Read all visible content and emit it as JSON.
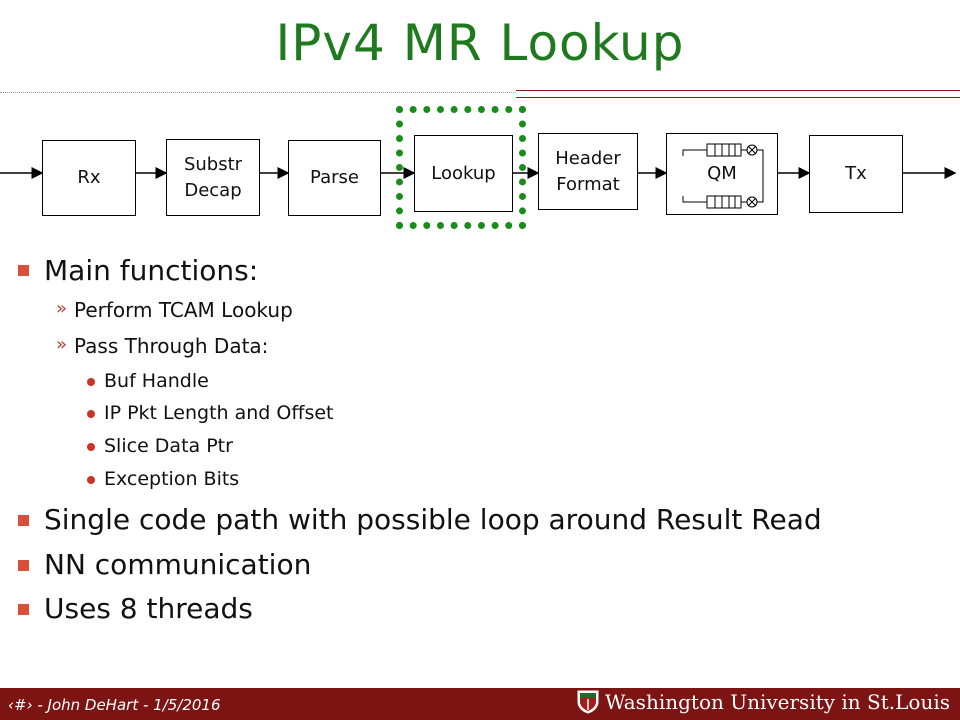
{
  "title": "IPv4 MR Lookup",
  "pipeline": {
    "rx": "Rx",
    "substr_line1": "Substr",
    "substr_line2": "Decap",
    "parse": "Parse",
    "lookup": "Lookup",
    "header_line1": "Header",
    "header_line2": "Format",
    "qm": "QM",
    "tx": "Tx"
  },
  "content": {
    "main_functions": "Main functions:",
    "perform_tcam": "Perform TCAM Lookup",
    "pass_through": "Pass Through Data:",
    "buf_handle": "Buf Handle",
    "ip_pkt": "IP Pkt Length and Offset",
    "slice_data": "Slice Data Ptr",
    "exception_bits": "Exception Bits",
    "single_code": "Single code path with possible loop around Result Read",
    "nn_comm": "NN communication",
    "threads": "Uses 8 threads"
  },
  "footer": {
    "text": "‹#› - John DeHart - 1/5/2016",
    "brand": "Washington University in St.Louis"
  },
  "colors": {
    "title": "#1f7a1f",
    "footer_bg": "#7d1414",
    "bullet": "#d9503a",
    "frame": "#1a8c1a"
  }
}
